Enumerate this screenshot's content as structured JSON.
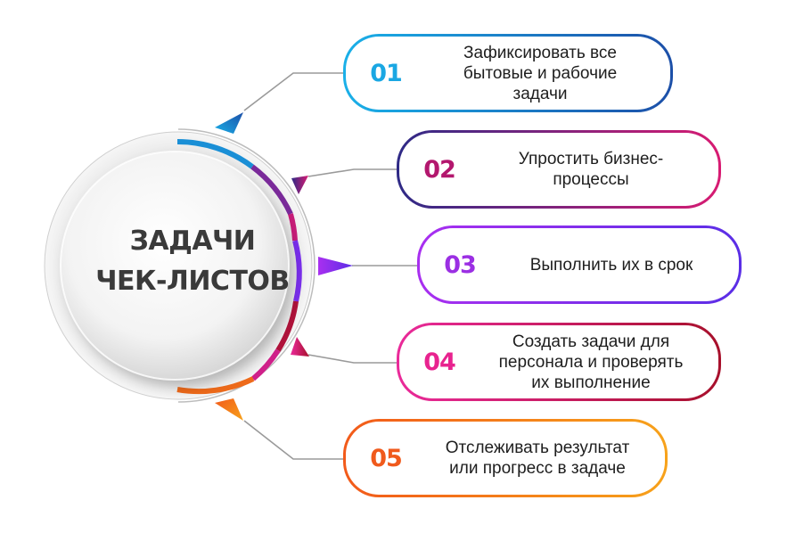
{
  "center": {
    "title": "ЗАДАЧИ\nЧЕК-ЛИСТОВ"
  },
  "items": [
    {
      "number": "01",
      "text": "Зафиксировать все\nбытовые и рабочие\nзадачи",
      "color_start": "#1ab0e8",
      "color_end": "#1c4fa8",
      "number_color": "#1aa7e3"
    },
    {
      "number": "02",
      "text": "Упростить бизнес-\nпроцессы",
      "color_start": "#2e2a86",
      "color_end": "#d81b72",
      "number_color": "#b3176e"
    },
    {
      "number": "03",
      "text": "Выполнить их в срок",
      "color_start": "#a92ff0",
      "color_end": "#5a2ee6",
      "number_color": "#9b2fe3"
    },
    {
      "number": "04",
      "text": "Создать задачи для\nперсонала и проверять\nих выполнение",
      "color_start": "#ea2a9a",
      "color_end": "#a7102b",
      "number_color": "#e8238f"
    },
    {
      "number": "05",
      "text": "Отслеживать результат\nили прогресс в задаче",
      "color_start": "#f25a1a",
      "color_end": "#f7a21a",
      "number_color": "#f05a1c"
    }
  ]
}
